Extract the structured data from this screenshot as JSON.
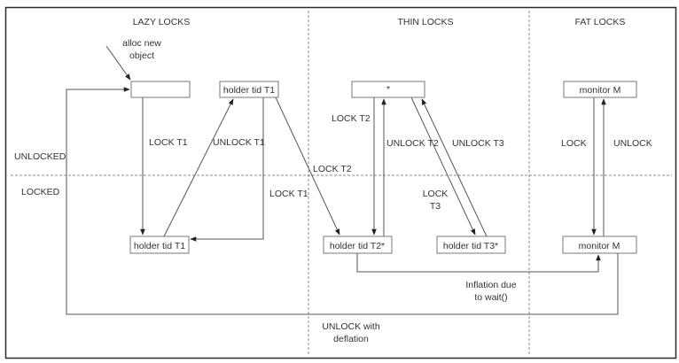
{
  "sections": {
    "lazy": "LAZY LOCKS",
    "thin": "THIN LOCKS",
    "fat": "FAT LOCKS"
  },
  "rows": {
    "unlocked": "UNLOCKED",
    "locked": "LOCKED"
  },
  "nodes": {
    "lazy_new": "",
    "lazy_holder_unlocked": "holder tid T1",
    "lazy_holder_locked": "holder tid T1",
    "thin_unlocked": "*",
    "thin_holder_t2": "holder tid T2*",
    "thin_holder_t3": "holder tid T3*",
    "fat_unlocked": "monitor M",
    "fat_locked": "monitor M"
  },
  "edges": {
    "alloc": [
      "alloc new",
      "object"
    ],
    "lock_t1_a": "LOCK T1",
    "unlock_t1": "UNLOCK T1",
    "lock_t1_b": "LOCK T1",
    "lock_t2_cross": "LOCK T2",
    "lock_t2": "LOCK T2",
    "unlock_t2": "UNLOCK T2",
    "unlock_t3": "UNLOCK T3",
    "lock_t3": [
      "LOCK",
      "T3"
    ],
    "fat_lock": "LOCK",
    "fat_unlock": "UNLOCK",
    "inflation": [
      "Inflation due",
      "to wait()"
    ],
    "deflation": [
      "UNLOCK with",
      "deflation"
    ]
  }
}
